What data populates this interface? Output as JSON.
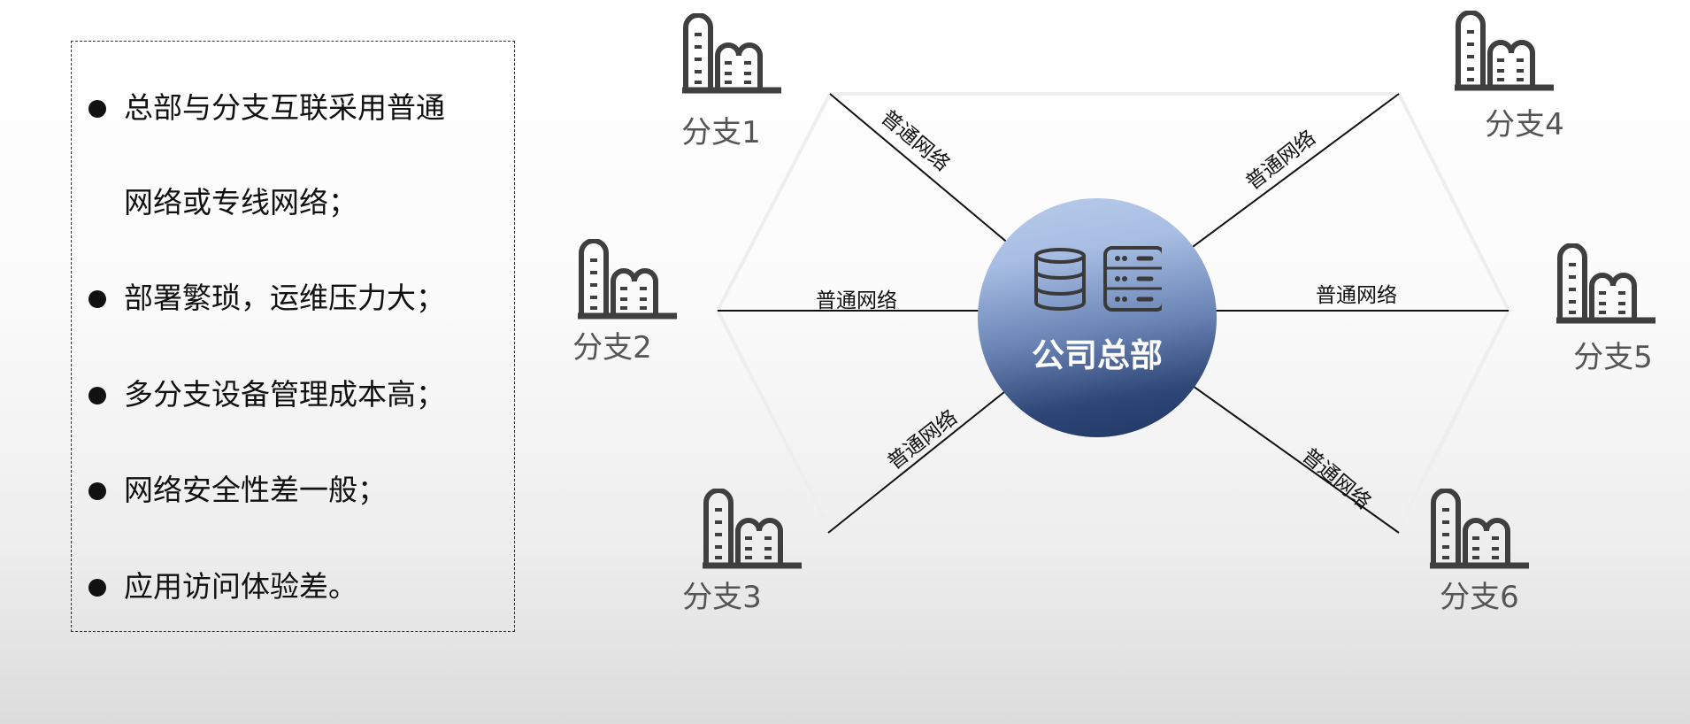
{
  "notes": [
    {
      "text": "总部与分支互联采用普通",
      "bullet": true
    },
    {
      "text": "网络或专线网络；",
      "bullet": false
    },
    {
      "text": "部署繁琐，运维压力大；",
      "bullet": true
    },
    {
      "text": "多分支设备管理成本高；",
      "bullet": true
    },
    {
      "text": "网络安全性差一般；",
      "bullet": true
    },
    {
      "text": "应用访问体验差。",
      "bullet": true
    }
  ],
  "headquarters": {
    "title": "公司总部",
    "icons": [
      "database-icon",
      "server-icon"
    ]
  },
  "branches": [
    {
      "label": "分支1",
      "icon": "building-icon"
    },
    {
      "label": "分支2",
      "icon": "building-icon"
    },
    {
      "label": "分支3",
      "icon": "building-icon"
    },
    {
      "label": "分支4",
      "icon": "building-icon"
    },
    {
      "label": "分支5",
      "icon": "building-icon"
    },
    {
      "label": "分支6",
      "icon": "building-icon"
    }
  ],
  "links": [
    {
      "label": "普通网络"
    },
    {
      "label": "普通网络"
    },
    {
      "label": "普通网络"
    },
    {
      "label": "普通网络"
    },
    {
      "label": "普通网络"
    },
    {
      "label": "普通网络"
    }
  ],
  "colors": {
    "hq_top": "#b9cbea",
    "hq_bottom": "#203663",
    "icon": "#3f3f3f",
    "hexagon": "#eeeeee"
  }
}
